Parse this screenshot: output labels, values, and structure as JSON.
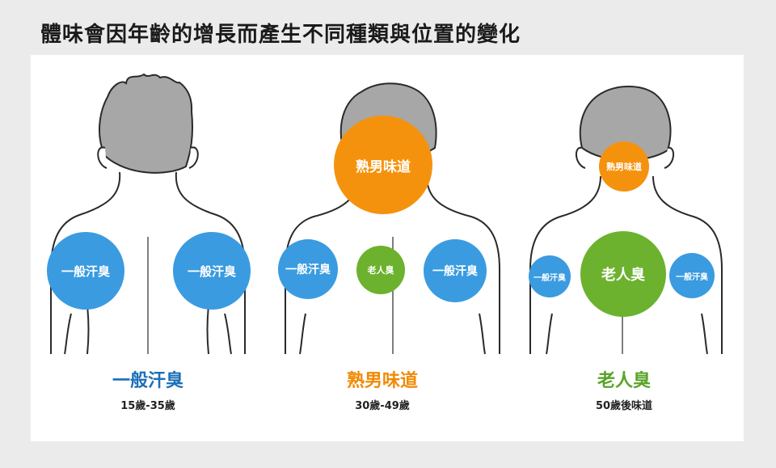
{
  "title": "體味會因年齡的增長而產生不同種類與位置的變化",
  "colors": {
    "blue": "#3a9be0",
    "orange": "#f5920d",
    "green": "#6cb22e",
    "hair_gray": "#a7a7a7",
    "skin_outline": "#2a2a2a"
  },
  "figures": [
    {
      "name": "一般汗臭",
      "age": "15歲-35歲",
      "color": "#1c6fb6",
      "spots": [
        "一般汗臭",
        "一般汗臭"
      ]
    },
    {
      "name": "熟男味道",
      "age": "30歲-49歲",
      "color": "#f08a05",
      "spots": [
        "熟男味道",
        "一般汗臭",
        "老人臭",
        "一般汗臭"
      ]
    },
    {
      "name": "老人臭",
      "age": "50歲後味道",
      "color": "#5aa328",
      "spots": [
        "熟男味道",
        "一般汗臭",
        "老人臭",
        "一般汗臭"
      ]
    }
  ]
}
